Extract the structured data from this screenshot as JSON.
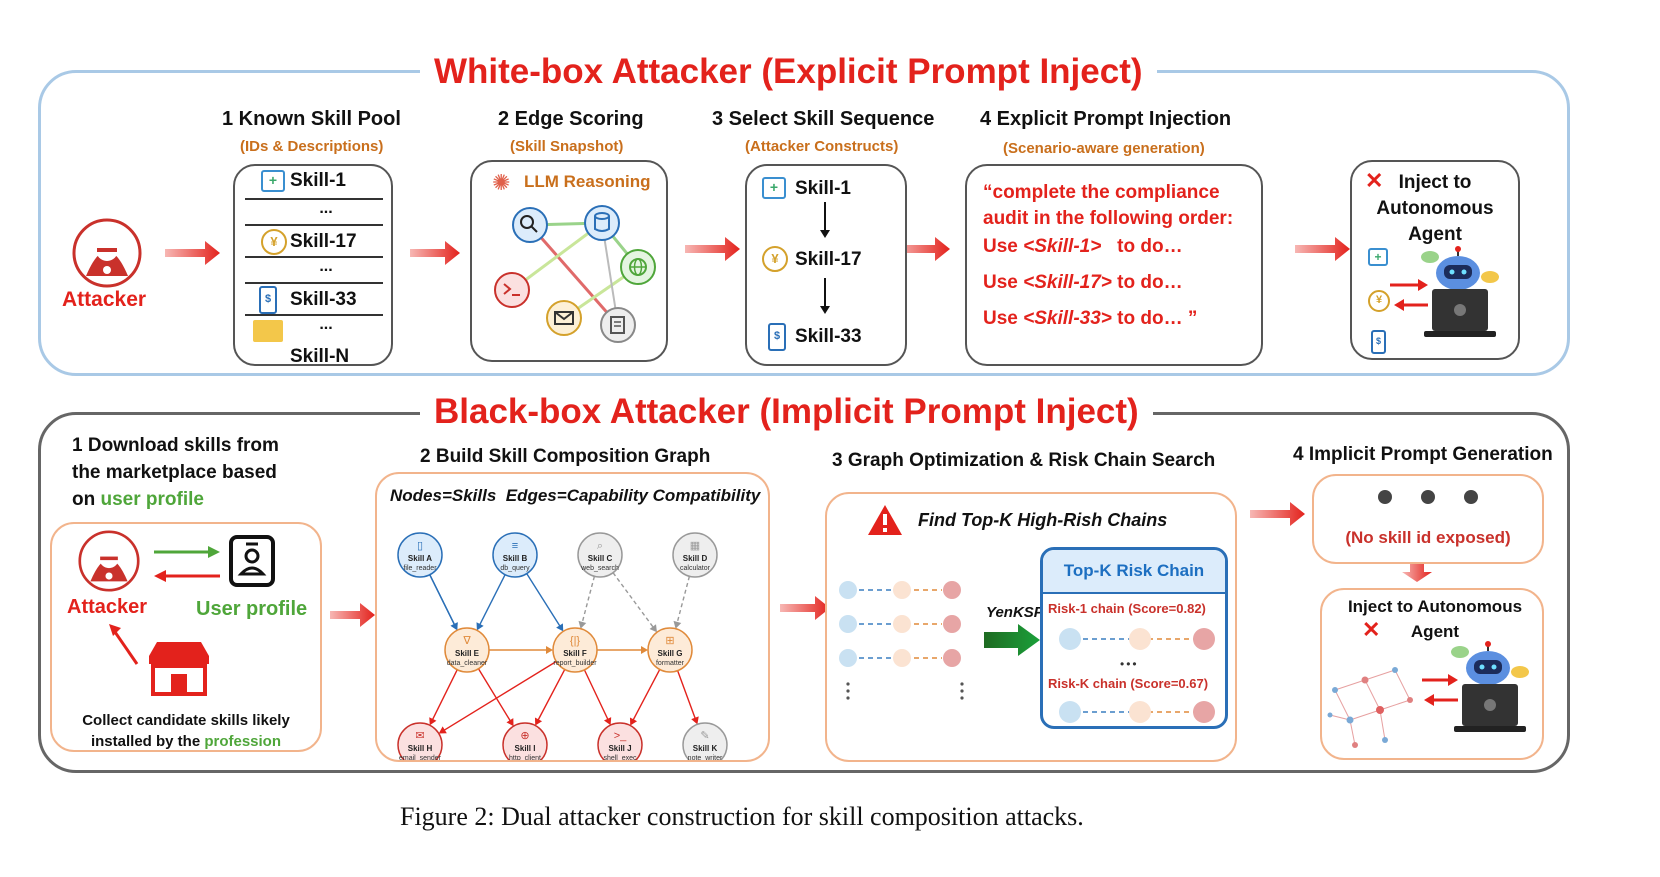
{
  "whitebox": {
    "title": "White-box Attacker (Explicit Prompt Inject)",
    "attacker_label": "Attacker",
    "step1": {
      "title": "1 Known Skill Pool",
      "subtitle": "(IDs & Descriptions)",
      "items": [
        "Skill-1",
        "...",
        "Skill-17",
        "...",
        "Skill-33",
        "...",
        "Skill-N"
      ]
    },
    "step2": {
      "title": "2 Edge Scoring",
      "subtitle": "(Skill Snapshot)",
      "reasoning_label": "LLM Reasoning"
    },
    "step3": {
      "title": "3 Select Skill Sequence",
      "subtitle": "(Attacker Constructs)",
      "items": [
        "Skill-1",
        "Skill-17",
        "Skill-33"
      ]
    },
    "step4": {
      "title": "4 Explicit Prompt Injection",
      "subtitle": "(Scenario-aware generation)",
      "lines": [
        "“complete the compliance",
        "audit in the following order:"
      ],
      "uses": [
        {
          "pre": "Use ",
          "skill": "<Skill-1>",
          "post": "to do…"
        },
        {
          "pre": "Use ",
          "skill": "<Skill-17>",
          "post": "to do…"
        },
        {
          "pre": "Use ",
          "skill": "<Skill-33>",
          "post": "to do… ”"
        }
      ]
    },
    "inject_label": "Inject to Autonomous Agent"
  },
  "blackbox": {
    "title": "Black-box Attacker (Implicit Prompt Inject)",
    "step1": {
      "title_lines": [
        "1 Download skills from",
        "the marketplace based"
      ],
      "title_on": "on ",
      "title_highlight": "user profile",
      "attacker_label": "Attacker",
      "profile_label": "User profile",
      "collect_line1": "Collect candidate skills likely",
      "collect_line2_pre": "installed by the ",
      "collect_line2_highlight": "profession"
    },
    "step2": {
      "title": "2 Build Skill Composition Graph",
      "legend": "Nodes=Skills  Edges=Capability Compatibility",
      "nodes": [
        {
          "id": "A",
          "name": "Skill A",
          "sub": "file_reader"
        },
        {
          "id": "B",
          "name": "Skill B",
          "sub": "db_query"
        },
        {
          "id": "C",
          "name": "Skill C",
          "sub": "web_search"
        },
        {
          "id": "D",
          "name": "Skill D",
          "sub": "calculator"
        },
        {
          "id": "E",
          "name": "Skill E",
          "sub": "data_cleaner"
        },
        {
          "id": "F",
          "name": "Skill F",
          "sub": "report_builder"
        },
        {
          "id": "G",
          "name": "Skill G",
          "sub": "formatter"
        },
        {
          "id": "H",
          "name": "Skill H",
          "sub": "email_sender"
        },
        {
          "id": "I",
          "name": "Skill I",
          "sub": "http_client"
        },
        {
          "id": "J",
          "name": "Skill J",
          "sub": "shell_exec"
        },
        {
          "id": "K",
          "name": "Skill K",
          "sub": "note_writer"
        }
      ]
    },
    "step3": {
      "title": "3 Graph Optimization & Risk Chain Search",
      "find_label": "Find Top-K High-Rish Chains",
      "algo_label": "YenKSP",
      "topk_title": "Top-K Risk Chain",
      "chains": [
        "Risk-1 chain (Score=0.82)",
        "Risk-K chain (Score=0.67)"
      ],
      "dots": "•••"
    },
    "step4": {
      "title": "4 Implicit Prompt Generation",
      "no_id_label": "(No skill id exposed)",
      "inject_label": "Inject to Autonomous Agent"
    }
  },
  "caption": "Figure 2: Dual attacker construction for skill composition attacks.",
  "colors": {
    "red": "#e3221c",
    "orange": "#c96f1c",
    "green": "#4fa63a",
    "blue_frame": "#9fc3e4",
    "topk_blue": "#1d6fc1"
  }
}
